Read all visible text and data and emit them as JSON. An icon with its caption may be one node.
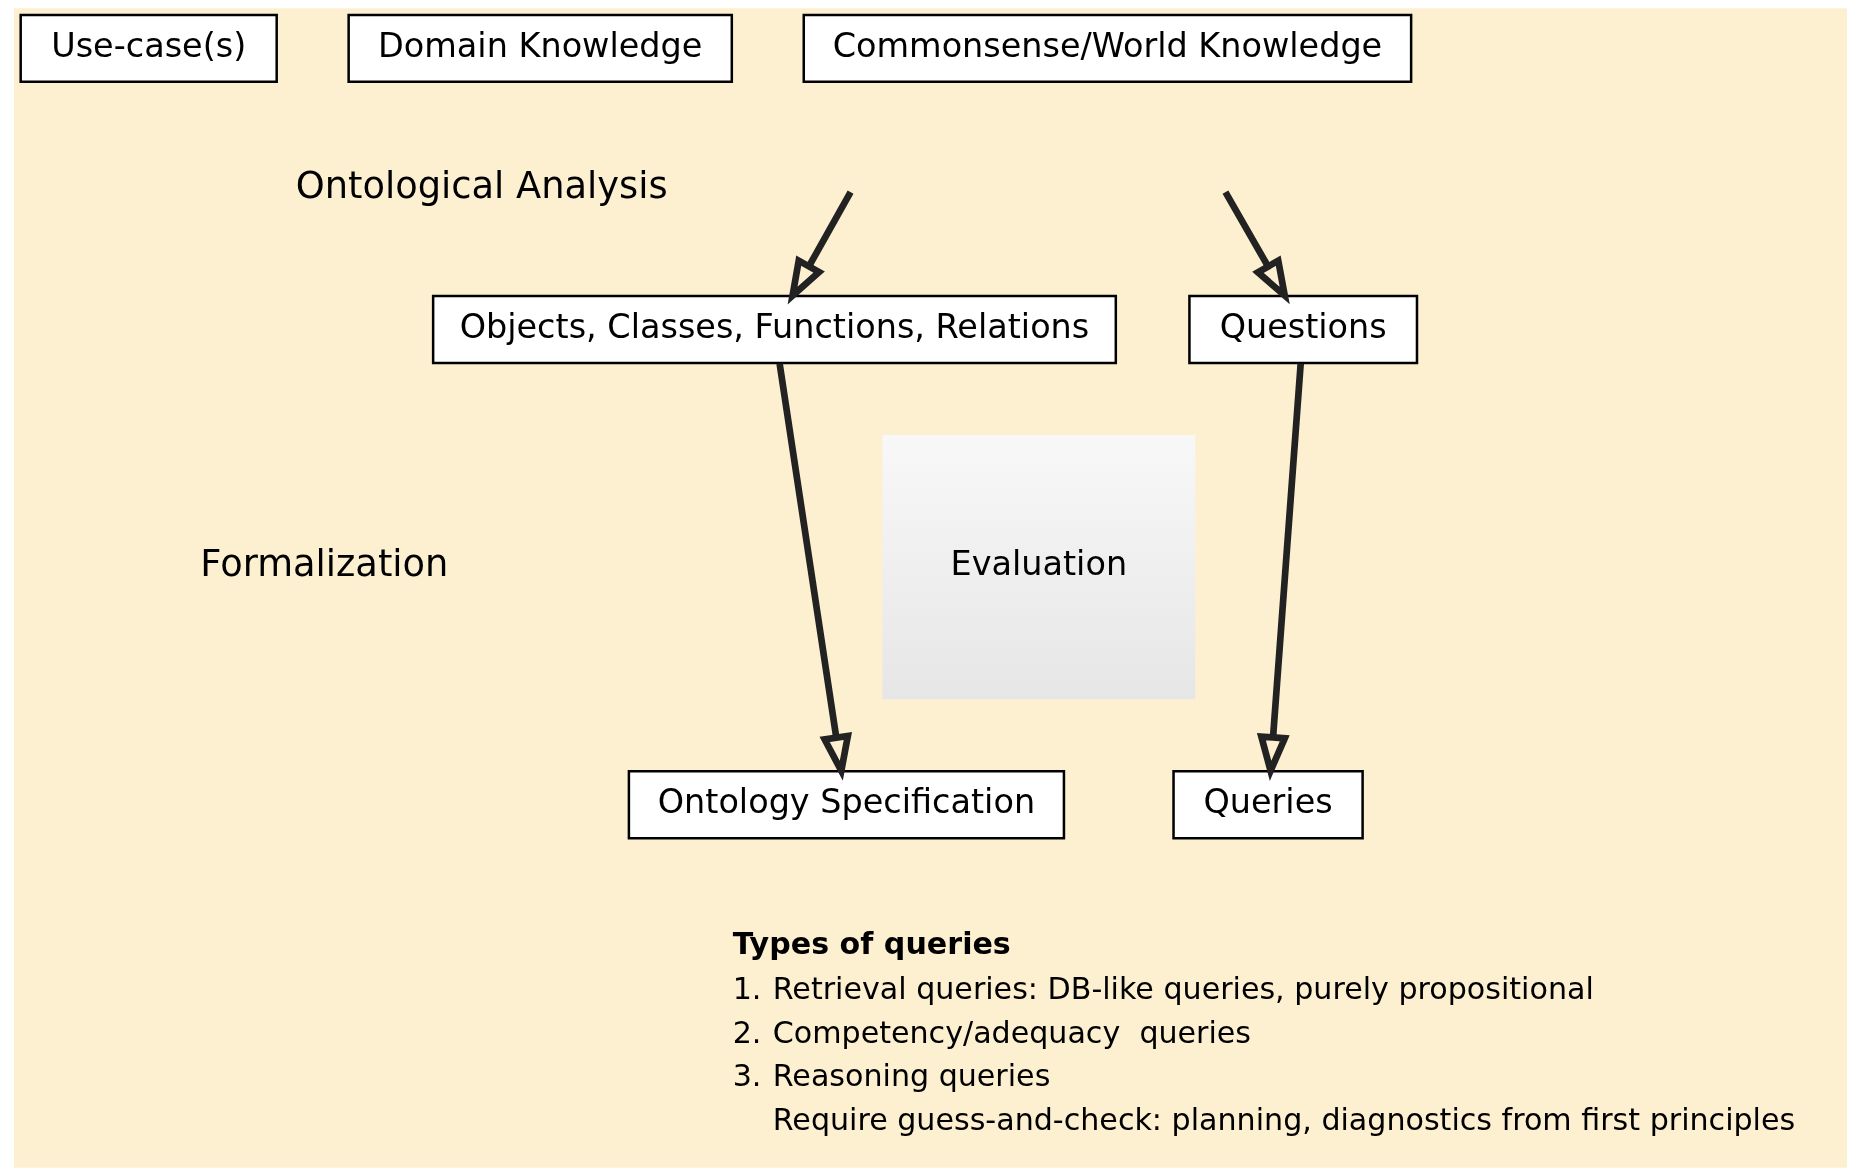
{
  "diagram": {
    "nodes": [
      {
        "text": [
          "Use-case(s)"
        ]
      },
      {
        "text": [
          "Domain Knowledge"
        ]
      },
      {
        "text": [
          "Commonsense/World Knowledge"
        ]
      },
      {
        "text": [
          "Objects, Classes, Functions, Relations"
        ]
      },
      {
        "text": [
          "Questions"
        ]
      },
      {
        "text": [
          "Evaluation"
        ]
      },
      {
        "text": [
          "Ontology Specification"
        ]
      },
      {
        "text": [
          "Queries"
        ]
      }
    ],
    "edges": [
      {
        "from": null,
        "to": 3,
        "arrow": "to"
      },
      {
        "from": null,
        "to": 4,
        "arrow": "to"
      },
      {
        "from": 3,
        "to": 6,
        "arrow": "to"
      },
      {
        "from": 4,
        "to": 7,
        "arrow": "to"
      }
    ],
    "labels": [
      "Ontological Analysis",
      "Formalization",
      "Types of queries",
      "1.",
      "Retrieval queries: DB-like queries, purely propositional",
      "2.",
      "Competency/adequacy  queries",
      "3.",
      "Reasoning queries",
      "Require guess-and-check: planning, diagnostics from first principles"
    ]
  }
}
